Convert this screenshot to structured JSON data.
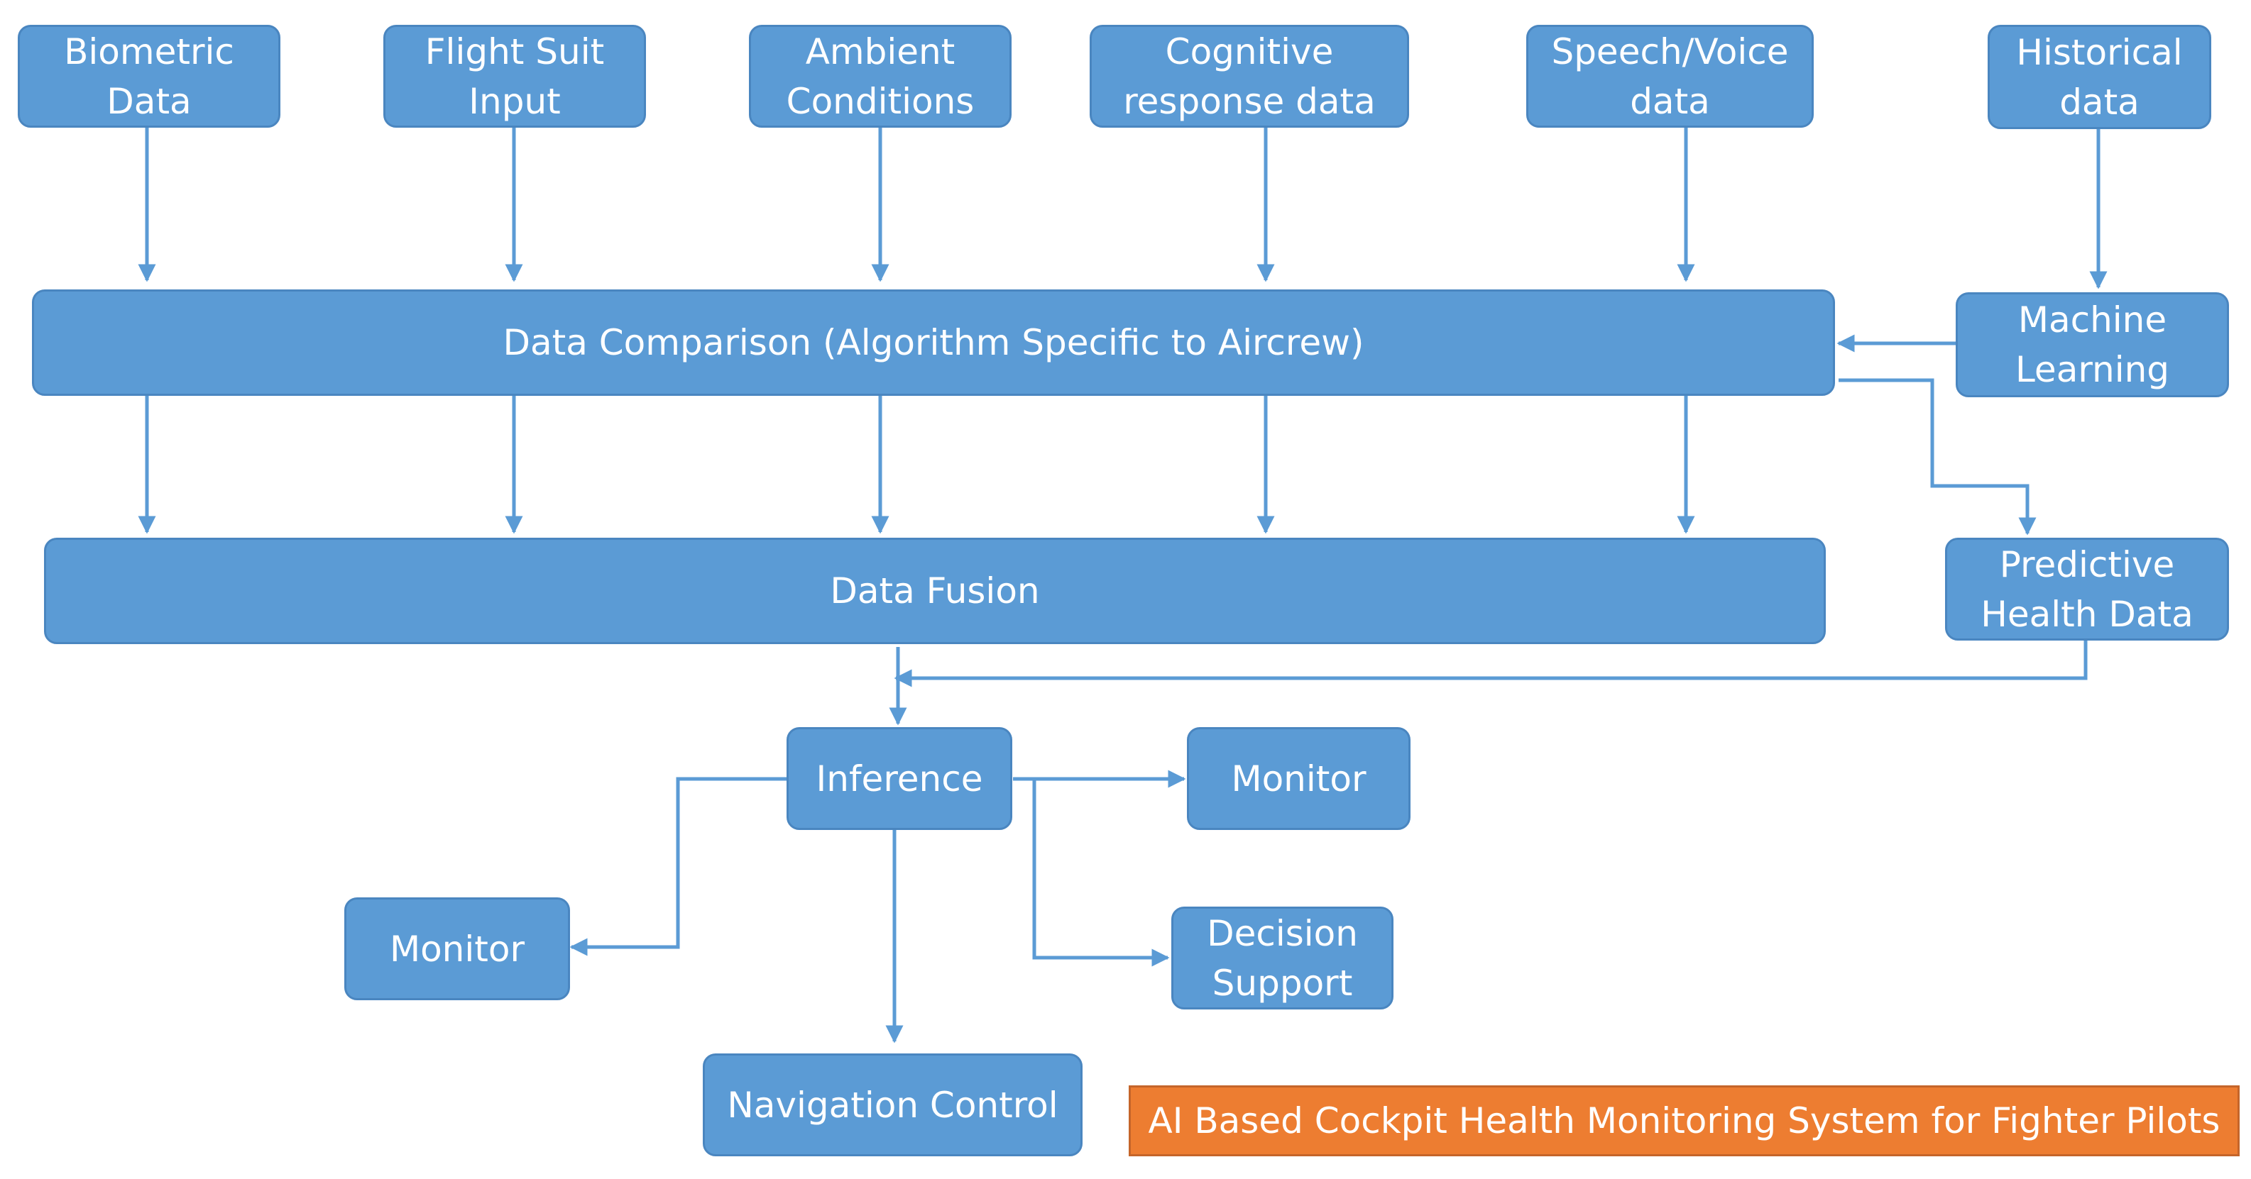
{
  "colors": {
    "box_fill": "#5b9bd5",
    "box_border": "#4a86c0",
    "arrow": "#5b9bd5",
    "title_fill": "#ed7d31",
    "text": "#ffffff"
  },
  "inputs": {
    "biometric": "Biometric\nData",
    "flight_suit": "Flight Suit\nInput",
    "ambient": "Ambient\nConditions",
    "cognitive": "Cognitive\nresponse data",
    "speech": "Speech/Voice\ndata",
    "historical": "Historical\ndata"
  },
  "data_comparison": "Data Comparison (Algorithm Specific to Aircrew)",
  "machine_learning": "Machine\nLearning",
  "data_fusion": "Data Fusion",
  "predictive_health": "Predictive\nHealth Data",
  "inference": "Inference",
  "monitor_right": "Monitor",
  "monitor_left": "Monitor",
  "decision_support": "Decision\nSupport",
  "navigation_control": "Navigation Control",
  "title": "AI Based Cockpit Health Monitoring System for Fighter Pilots"
}
